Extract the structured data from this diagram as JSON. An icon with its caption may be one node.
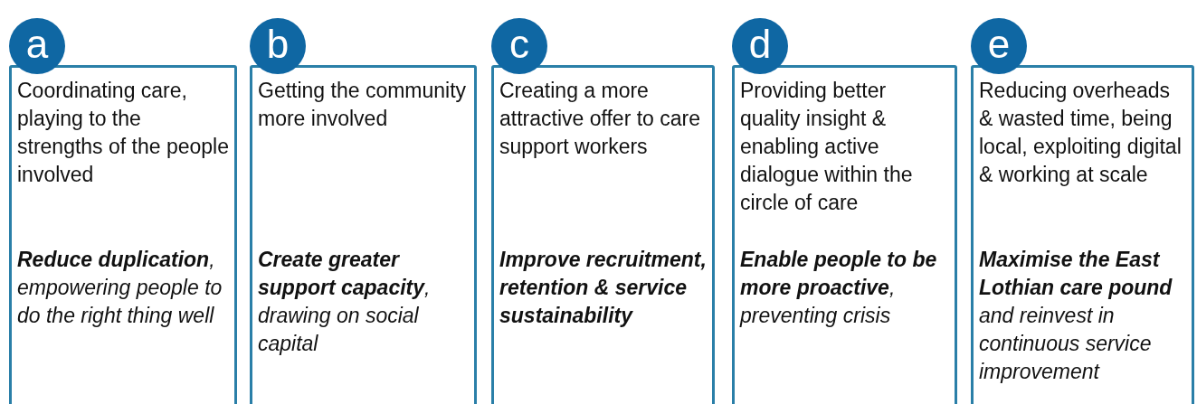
{
  "diagram": {
    "nodes": [
      {
        "text": [
          "a"
        ]
      },
      {
        "text": [
          "Coordinating care, playing to the strengths of the people involved",
          "**Reduce duplication**, empowering people to do the right thing well"
        ]
      },
      {
        "text": [
          "b"
        ]
      },
      {
        "text": [
          "Getting the community more involved",
          "**Create greater support capacity**, drawing on social capital"
        ]
      },
      {
        "text": [
          "c"
        ]
      },
      {
        "text": [
          "Creating a more attractive offer to care support workers",
          "**Improve recruitment, retention & service sustainability**"
        ]
      },
      {
        "text": [
          "d"
        ]
      },
      {
        "text": [
          "Providing better quality insight & enabling active dialogue within the circle of care",
          "**Enable people to be more proactive**, preventing crisis"
        ]
      },
      {
        "text": [
          "e"
        ]
      },
      {
        "text": [
          "Reducing overheads & wasted time, being local, exploiting digital & working at scale",
          "**Maximise the East Lothian care pound** and reinvest in continuous service improvement"
        ]
      }
    ]
  }
}
